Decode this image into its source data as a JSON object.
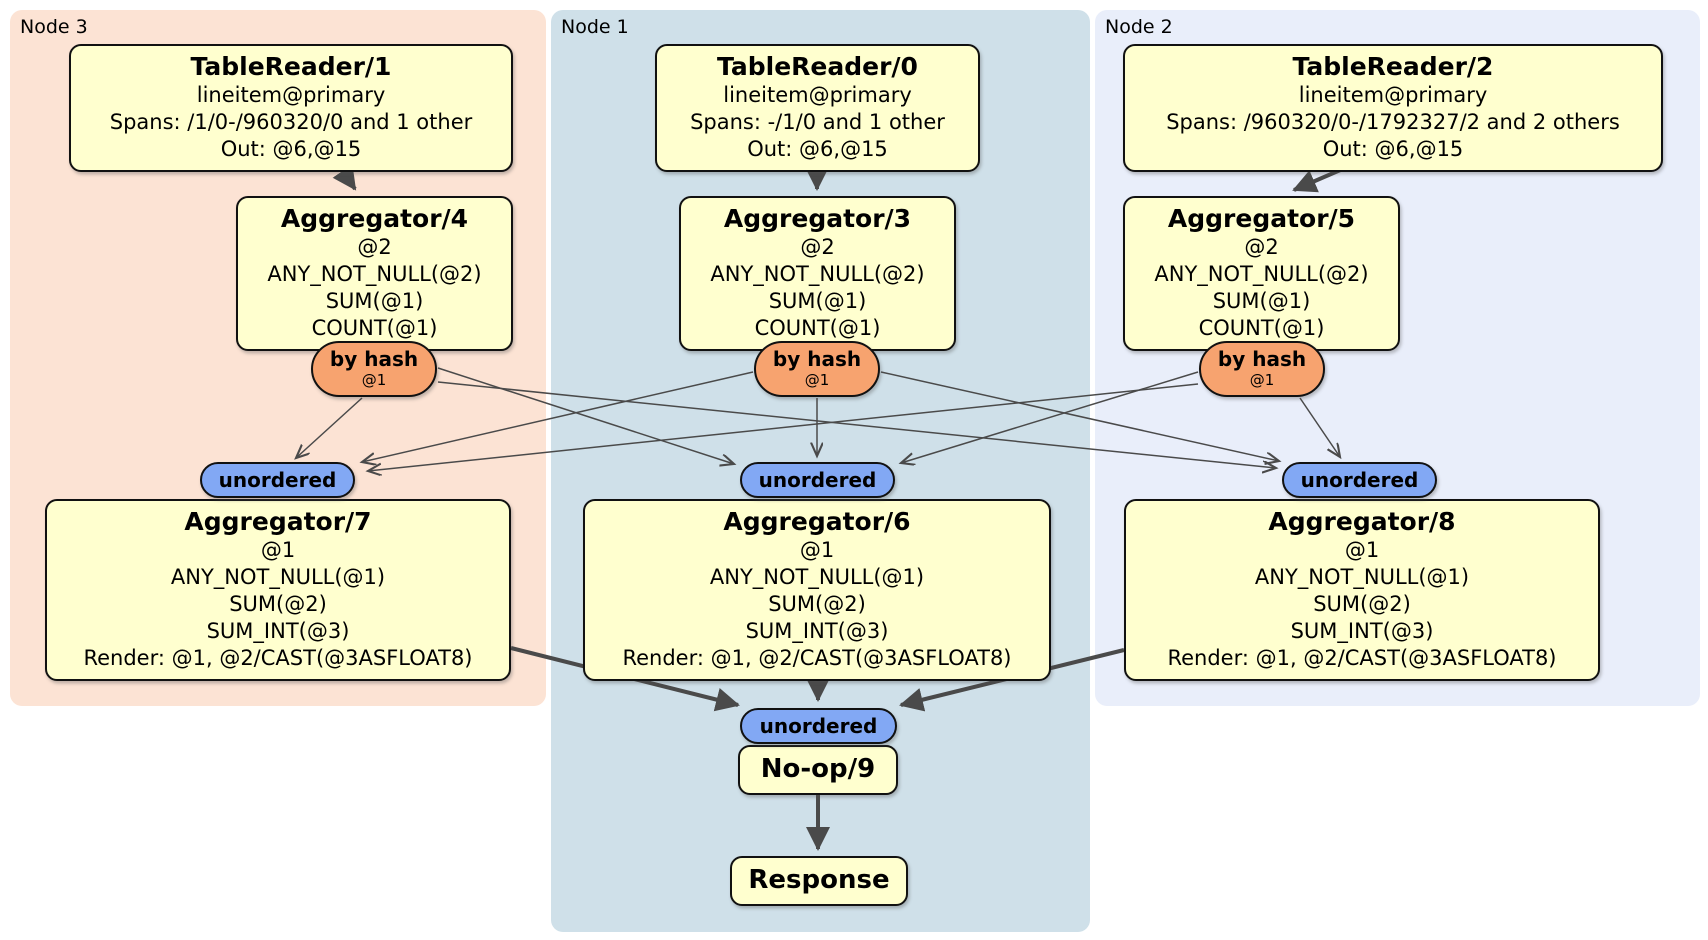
{
  "panels": {
    "node3": {
      "label": "Node 3"
    },
    "node1": {
      "label": "Node 1"
    },
    "node2": {
      "label": "Node 2"
    }
  },
  "colors": {
    "panel_node3": "#fce3d4",
    "panel_node1": "#cfe0e9",
    "panel_node2": "#e9eefa",
    "processor_box": "#ffffcf",
    "router_capsule": "#f7a36f",
    "sync_capsule": "#82a8f4",
    "edge": "#4a4a4a",
    "border": "#111111"
  },
  "processors": {
    "tablereader1": {
      "title": "TableReader/1",
      "lines": [
        "lineitem@primary",
        "Spans: /1/0-/960320/0 and 1 other",
        "Out: @6,@15"
      ]
    },
    "tablereader0": {
      "title": "TableReader/0",
      "lines": [
        "lineitem@primary",
        "Spans: -/1/0 and 1 other",
        "Out: @6,@15"
      ]
    },
    "tablereader2": {
      "title": "TableReader/2",
      "lines": [
        "lineitem@primary",
        "Spans: /960320/0-/1792327/2 and 2 others",
        "Out: @6,@15"
      ]
    },
    "aggregator4": {
      "title": "Aggregator/4",
      "lines": [
        "@2",
        "ANY_NOT_NULL(@2)",
        "SUM(@1)",
        "COUNT(@1)"
      ]
    },
    "aggregator3": {
      "title": "Aggregator/3",
      "lines": [
        "@2",
        "ANY_NOT_NULL(@2)",
        "SUM(@1)",
        "COUNT(@1)"
      ]
    },
    "aggregator5": {
      "title": "Aggregator/5",
      "lines": [
        "@2",
        "ANY_NOT_NULL(@2)",
        "SUM(@1)",
        "COUNT(@1)"
      ]
    },
    "aggregator7": {
      "title": "Aggregator/7",
      "lines": [
        "@1",
        "ANY_NOT_NULL(@1)",
        "SUM(@2)",
        "SUM_INT(@3)",
        "Render: @1, @2/CAST(@3ASFLOAT8)"
      ]
    },
    "aggregator6": {
      "title": "Aggregator/6",
      "lines": [
        "@1",
        "ANY_NOT_NULL(@1)",
        "SUM(@2)",
        "SUM_INT(@3)",
        "Render: @1, @2/CAST(@3ASFLOAT8)"
      ]
    },
    "aggregator8": {
      "title": "Aggregator/8",
      "lines": [
        "@1",
        "ANY_NOT_NULL(@1)",
        "SUM(@2)",
        "SUM_INT(@3)",
        "Render: @1, @2/CAST(@3ASFLOAT8)"
      ]
    },
    "noop9": {
      "title": "No-op/9"
    },
    "response": {
      "title": "Response"
    }
  },
  "routers": {
    "hash3": {
      "label": "by hash",
      "detail": "@1"
    },
    "hash1": {
      "label": "by hash",
      "detail": "@1"
    },
    "hash2": {
      "label": "by hash",
      "detail": "@1"
    }
  },
  "syncs": {
    "unordered3": {
      "label": "unordered"
    },
    "unordered1": {
      "label": "unordered"
    },
    "unordered2": {
      "label": "unordered"
    },
    "unordered_final": {
      "label": "unordered"
    }
  }
}
